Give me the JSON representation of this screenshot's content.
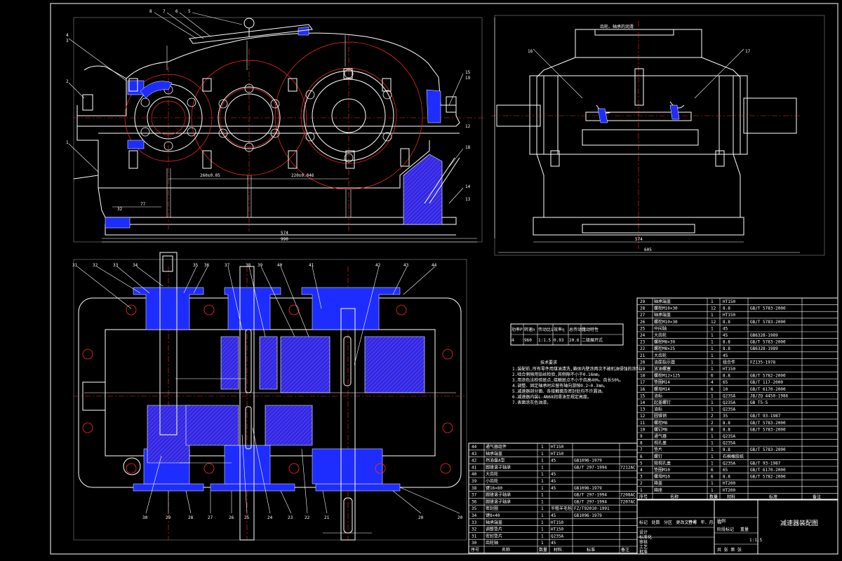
{
  "drawing": {
    "title": "减速器装配图",
    "scale": "1:1.5",
    "tech_req_title": "技术要求",
    "front_view_label": "齿轮、轴承的润滑",
    "dimensions": {
      "front_total": "990",
      "front_inner": "574",
      "side_total": "605",
      "side_inner": "574",
      "center_a": "260±0.05",
      "center_b": "220±0.046",
      "top_len": "32",
      "base_h": "77"
    }
  },
  "balloons_front": [
    "8",
    "7",
    "6",
    "5",
    "4",
    "3",
    "2",
    "1",
    "15",
    "19",
    "18",
    "16",
    "17",
    "14",
    "13",
    "12"
  ],
  "balloons_plan": [
    "31",
    "32",
    "33",
    "34",
    "35",
    "36",
    "37",
    "38",
    "39",
    "40",
    "41",
    "42",
    "43",
    "44",
    "20",
    "21",
    "22",
    "23",
    "24",
    "25",
    "26",
    "27",
    "28",
    "29",
    "30"
  ],
  "parts_right": [
    {
      "no": "29",
      "name": "轴承端盖",
      "qty": "1",
      "mat": "HT150",
      "std": ""
    },
    {
      "no": "28",
      "name": "螺栓M10×30",
      "qty": "12",
      "mat": "8.8",
      "std": "GB/T 5783-2000"
    },
    {
      "no": "27",
      "name": "轴承端盖",
      "qty": "1",
      "mat": "HT150",
      "std": ""
    },
    {
      "no": "26",
      "name": "螺栓M10×30",
      "qty": "12",
      "mat": "8.8",
      "std": "GB/T 5783-2000"
    },
    {
      "no": "25",
      "name": "中间轴",
      "qty": "1",
      "mat": "45",
      "std": ""
    },
    {
      "no": "24",
      "name": "大齿轮",
      "qty": "1",
      "mat": "45",
      "std": "GB6328-1989"
    },
    {
      "no": "23",
      "name": "螺栓M8×30",
      "qty": "1",
      "mat": "8.8",
      "std": "GB/T 5783-2000"
    },
    {
      "no": "22",
      "name": "螺栓M8×25",
      "qty": "1",
      "mat": "8.8",
      "std": "GB6328-1989"
    },
    {
      "no": "21",
      "name": "大齿轮",
      "qty": "1",
      "mat": "45",
      "std": ""
    },
    {
      "no": "20",
      "name": "油面指示器",
      "qty": "1",
      "mat": "组合件",
      "std": "FZ135-1978"
    },
    {
      "no": "19",
      "name": "放油螺塞",
      "qty": "1",
      "mat": "HT150",
      "std": ""
    },
    {
      "no": "18",
      "name": "螺栓M12×125",
      "qty": "6",
      "mat": "8.8",
      "std": "GB/T 5782-2000"
    },
    {
      "no": "17",
      "name": "垫圈M14",
      "qty": "4",
      "mat": "65",
      "std": "GB/T 117-2000"
    },
    {
      "no": "16",
      "name": "螺母M14",
      "qty": "6",
      "mat": "10",
      "std": "GB/T 6170-2000"
    },
    {
      "no": "15",
      "name": "油标",
      "qty": "1",
      "mat": "Q235A",
      "std": "JB/ZQ 4450-1986"
    },
    {
      "no": "14",
      "name": "起盖螺钉",
      "qty": "1",
      "mat": "Q235A",
      "std": "GB T5-5"
    },
    {
      "no": "13",
      "name": "油标",
      "qty": "1",
      "mat": "Q235A",
      "std": ""
    },
    {
      "no": "12",
      "name": "圆锥销",
      "qty": "2",
      "mat": "35",
      "std": "GB/T 93-1987"
    },
    {
      "no": "11",
      "name": "螺栓M8",
      "qty": "2",
      "mat": "8.8",
      "std": "GB/T 5783-2000"
    },
    {
      "no": "10",
      "name": "螺钉M8",
      "qty": "8",
      "mat": "8.8",
      "std": "GB/T 5783-2000"
    },
    {
      "no": "9",
      "name": "通气器",
      "qty": "1",
      "mat": "Q235A",
      "std": ""
    },
    {
      "no": "8",
      "name": "视孔盖",
      "qty": "1",
      "mat": "Q235A",
      "std": ""
    },
    {
      "no": "7",
      "name": "垫片",
      "qty": "1",
      "mat": "8.8",
      "std": "GB/T 5783-2000"
    },
    {
      "no": "6",
      "name": "螺钉",
      "qty": "1",
      "mat": "石棉橡胶纸",
      "std": ""
    },
    {
      "no": "5",
      "name": "窥视孔盖",
      "qty": "1",
      "mat": "Q235A",
      "std": "GB/T 93-1987"
    },
    {
      "no": "4",
      "name": "垫圈M10",
      "qty": "6",
      "mat": "65",
      "std": "GB/T 6170-2000"
    },
    {
      "no": "3",
      "name": "螺母M10",
      "qty": "6",
      "mat": "8.8",
      "std": "GB/T 5782-2000"
    },
    {
      "no": "2",
      "name": "箱盖",
      "qty": "1",
      "mat": "HT200",
      "std": ""
    },
    {
      "no": "1",
      "name": "箱座",
      "qty": "1",
      "mat": "HT200",
      "std": ""
    }
  ],
  "parts_right_header": {
    "no": "序号",
    "name": "名称",
    "qty": "数量",
    "mat": "材料",
    "std": "标准",
    "note": "备注"
  },
  "parts_left": [
    {
      "no": "44",
      "name": "通气器组件",
      "qty": "1",
      "mat": "HT150",
      "std": "",
      "note": ""
    },
    {
      "no": "43",
      "name": "轴承端盖",
      "qty": "1",
      "mat": "HT150",
      "std": "",
      "note": ""
    },
    {
      "no": "42",
      "name": "挡油盘A型",
      "qty": "1",
      "mat": "45",
      "std": "GB1096-1979",
      "note": ""
    },
    {
      "no": "41",
      "name": "圆锥滚子轴承",
      "qty": "1",
      "mat": "",
      "std": "GB/T 297-1994",
      "note": "7212AC"
    },
    {
      "no": "40",
      "name": "大齿轮",
      "qty": "1",
      "mat": "45",
      "std": "",
      "note": ""
    },
    {
      "no": "39",
      "name": "小齿轮",
      "qty": "1",
      "mat": "45",
      "std": "",
      "note": ""
    },
    {
      "no": "38",
      "name": "键16×80",
      "qty": "1",
      "mat": "45",
      "std": "GB1096-1979",
      "note": ""
    },
    {
      "no": "37",
      "name": "圆锥滚子轴承",
      "qty": "1",
      "mat": "",
      "std": "GB/T 297-1994",
      "note": "7208AC"
    },
    {
      "no": "36",
      "name": "圆锥滚子轴承",
      "qty": "1",
      "mat": "",
      "std": "GB/T 297-1994",
      "note": "7207AC"
    },
    {
      "no": "35",
      "name": "密封圈",
      "qty": "1",
      "mat": "半粗羊毛毡",
      "std": "FZ/T92010-1991",
      "note": ""
    },
    {
      "no": "34",
      "name": "键8×40",
      "qty": "1",
      "mat": "45",
      "std": "GB1096-1979",
      "note": ""
    },
    {
      "no": "33",
      "name": "轴承端盖",
      "qty": "1",
      "mat": "HT150",
      "std": "",
      "note": ""
    },
    {
      "no": "32",
      "name": "调整垫片",
      "qty": "1",
      "mat": "HT150",
      "std": "",
      "note": ""
    },
    {
      "no": "31",
      "name": "密封垫片",
      "qty": "1",
      "mat": "Q235A",
      "std": "",
      "note": ""
    },
    {
      "no": "30",
      "name": "齿轮轴",
      "qty": "1",
      "mat": "45",
      "std": "",
      "note": ""
    }
  ],
  "parts_left_header": {
    "no": "序号",
    "name": "名称",
    "qty": "数量",
    "mat": "材料",
    "std": "标准",
    "note": "备注"
  },
  "title_block": {
    "drawing_name": "减速器装配图",
    "rows": [
      "标记",
      "处数",
      "分区",
      "更改文件号",
      "签名",
      "年、月、日",
      "设计",
      "标准化",
      "审核",
      "工艺",
      "批准"
    ],
    "stage": "阶段标记",
    "weight": "重量",
    "ratio": "比例",
    "sheet": "共 张  第 张"
  },
  "spec_table": {
    "header": [
      "功率P",
      "转速n",
      "传动比i",
      "效率η",
      "总传动比",
      "传动特性"
    ],
    "values": [
      "4",
      "960",
      "1:1.5",
      "0.93",
      "20.6",
      "二级展开式"
    ]
  },
  "notes": [
    "1.装配前,所有零件用煤油清洗,箱体内壁涂两次不被机油侵蚀的涂料。",
    "2.啮合侧隙用铅丝检验,其侧隙不小于0.16mm。",
    "3.用涂色法检验斑点,接触斑点不小于齿高40%、齿长50%。",
    "4.调整、固定轴承时应留有轴向游隙0.2~0.3mm。",
    "5.减速器剖分面、各接触面及密封处均不许漏油。",
    "6.减速器内装L-AN68润滑油至规定高度。",
    "7.表面涂灰色油漆。"
  ]
}
